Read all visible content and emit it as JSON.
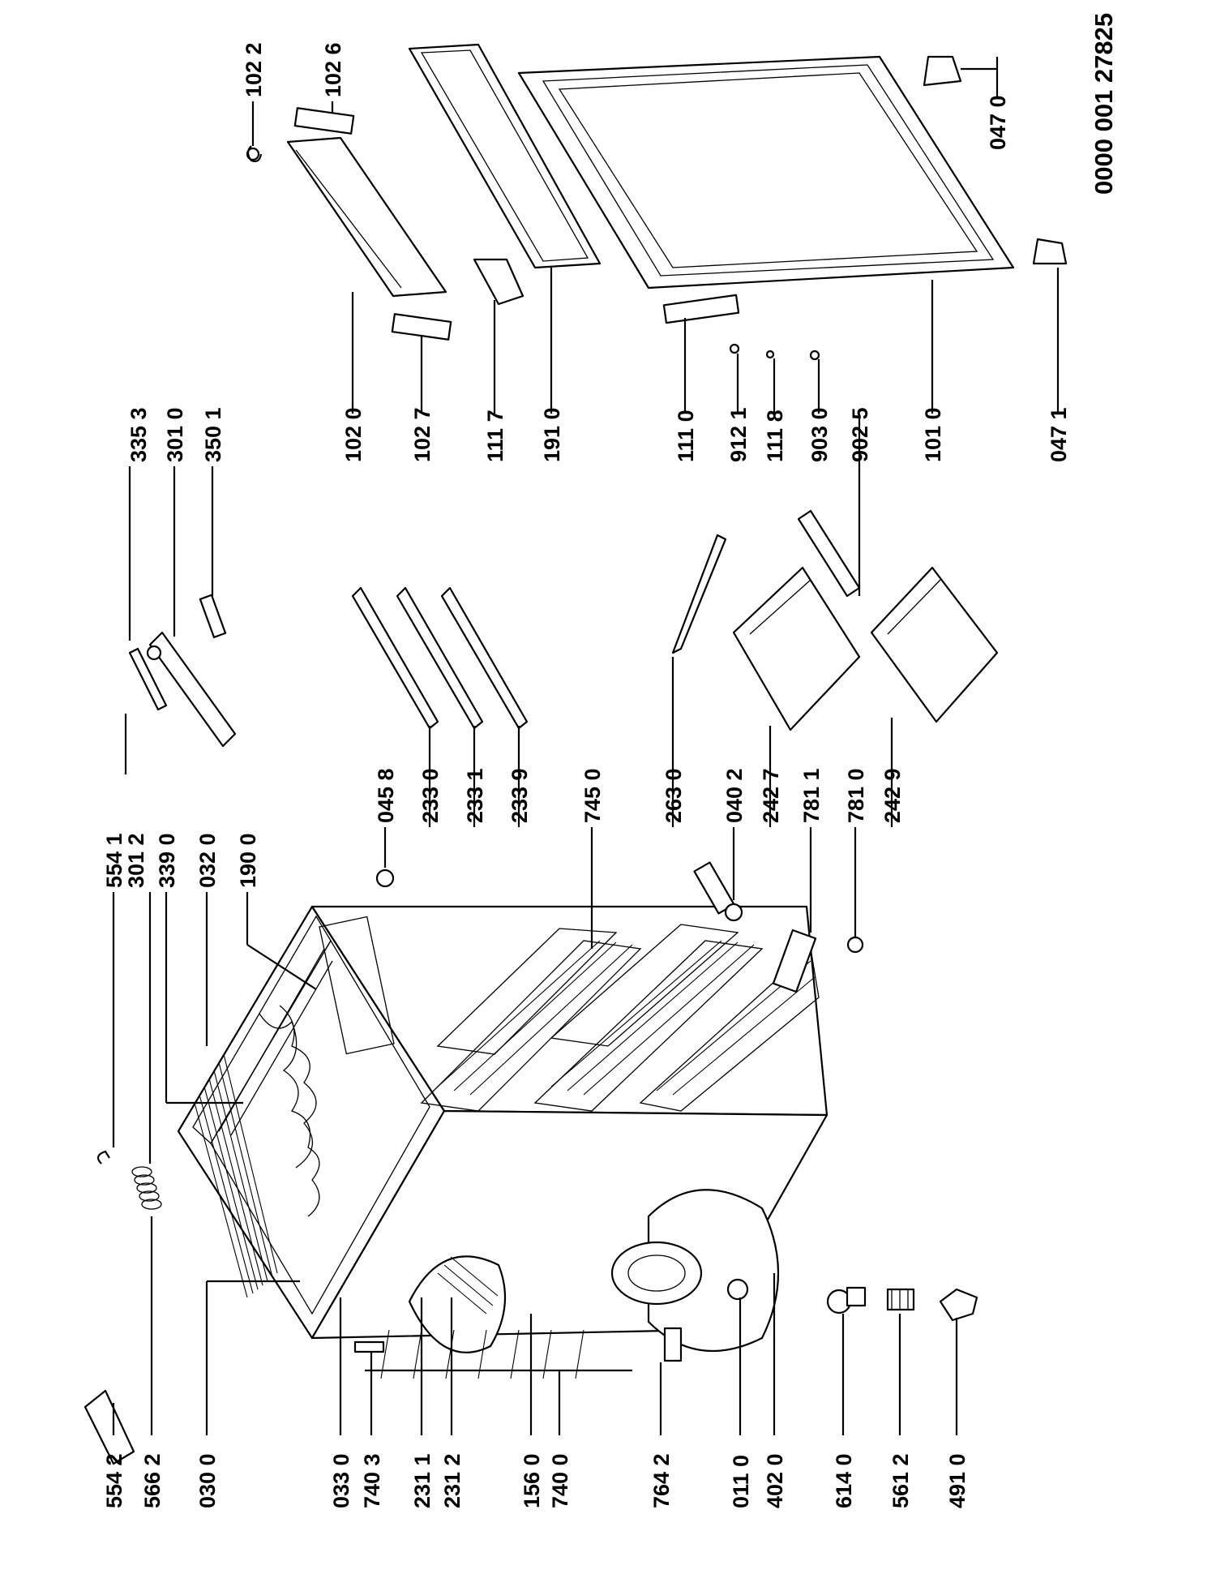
{
  "document_number": "0000 001 27825",
  "labels": {
    "l5542": "554 2",
    "l5662": "566 2",
    "l0300": "030 0",
    "l0330": "033 0",
    "l7403": "740 3",
    "l2311": "231 1",
    "l2312": "231 2",
    "l1560": "156 0",
    "l7400": "740 0",
    "l7642": "764 2",
    "l0110": "011 0",
    "l4020": "402 0",
    "l6140": "614 0",
    "l5612": "561 2",
    "l4910": "491 0",
    "l5541": "554 1",
    "l3012": "301 2",
    "l3390": "339 0",
    "l0320": "032 0",
    "l1900": "190 0",
    "l0458": "045 8",
    "l2330": "233 0",
    "l2331": "233 1",
    "l2339": "233 9",
    "l7450": "745 0",
    "l2630": "263 0",
    "l0402": "040 2",
    "l2427": "242 7",
    "l7811": "781 1",
    "l7810": "781 0",
    "l2429": "242 9",
    "l3353": "335 3",
    "l3010": "301 0",
    "l3501": "350 1",
    "l1020": "102 0",
    "l1027": "102 7",
    "l1117": "111 7",
    "l1910": "191 0",
    "l1110": "111 0",
    "l9121": "912 1",
    "l1118": "111 8",
    "l9030": "903 0",
    "l9025": "902 5",
    "l1010": "101 0",
    "l0471": "047 1",
    "l1022": "102 2",
    "l1026": "102 6",
    "l0470": "047 0"
  },
  "icons": [
    "part-drawing"
  ]
}
